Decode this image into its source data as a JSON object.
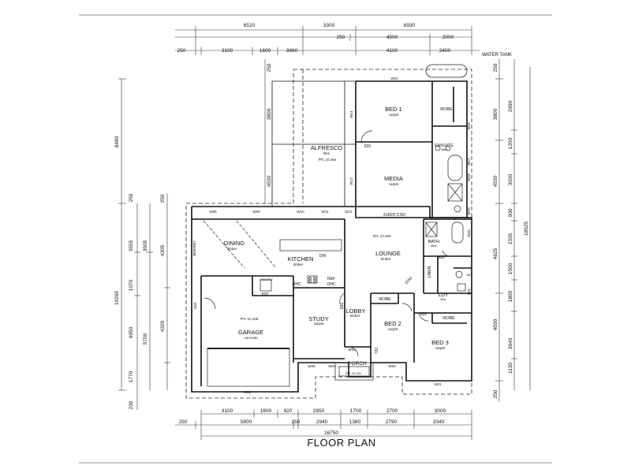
{
  "title": "FLOOR PLAN",
  "water_tank": "WATER TANK",
  "dims_top": {
    "row1": [
      "6520",
      "3300",
      "6930"
    ],
    "row2": [
      "250",
      "4500",
      "2000"
    ],
    "row3": [
      "250",
      "3100",
      "1600",
      "3860",
      "4100",
      "2400"
    ]
  },
  "dims_bottom": {
    "row1": [
      "3100",
      "1600",
      "920",
      "2850",
      "1700",
      "2700",
      "3000"
    ],
    "row2": [
      "250",
      "5800",
      "250",
      "2940",
      "1380",
      "2790",
      "3340"
    ],
    "row3": [
      "16750"
    ]
  },
  "dims_left": {
    "a": [
      "8480",
      "250",
      "10265",
      "230"
    ],
    "b": [
      "3555",
      "1070",
      "6950",
      "1770"
    ],
    "c": [
      "3505",
      "5700"
    ],
    "d": [
      "4305",
      "4320",
      "250"
    ],
    "alfresco_col": [
      "250",
      "3800",
      "4530"
    ]
  },
  "dims_right": {
    "inner": [
      "250",
      "3800",
      "4530",
      "4625",
      "4030",
      "250"
    ],
    "middle": [
      "2990",
      "1200",
      "3030",
      "900",
      "2335",
      "1500",
      "1800",
      "3640",
      "1130"
    ],
    "overall": [
      "18625"
    ]
  },
  "rooms": {
    "bed1": {
      "name": "BED 1",
      "finish": "carpet"
    },
    "robe1": {
      "name": "ROBE"
    },
    "ensuite": {
      "name": "ENSUITE",
      "finish": "tiles"
    },
    "alfresco": {
      "name": "ALFRESCO",
      "finish": "tiles",
      "ffl": "FFL 10.364"
    },
    "media": {
      "name": "MEDIA",
      "finish": "carpet"
    },
    "dining": {
      "name": "DINING",
      "finish": "timber"
    },
    "kitchen": {
      "name": "KITCHEN",
      "finish": "timber"
    },
    "lounge": {
      "name": "LOUNGE",
      "finish": "timber",
      "ffl": "FFL 10.450"
    },
    "bath": {
      "name": "BATH",
      "finish": "tiles"
    },
    "linen": {
      "name": "LINEN"
    },
    "ldy": {
      "name": "LDY",
      "finish": "tiles"
    },
    "garage": {
      "name": "GARAGE",
      "finish": "concrete",
      "ffl": "FFL 10.106"
    },
    "study": {
      "name": "STUDY",
      "finish": "carpet"
    },
    "lobby": {
      "name": "LOBBY",
      "finish": "timber"
    },
    "bed2": {
      "name": "BED 2",
      "finish": "carpet"
    },
    "robe2": {
      "name": "ROBE"
    },
    "bed3": {
      "name": "BED 3",
      "finish": "carpet"
    },
    "robe3": {
      "name": "ROBE"
    },
    "porch": {
      "name": "PORCH",
      "ffl": "FFL 10.341"
    }
  },
  "labels": {
    "csd": "2x820 CSD",
    "pantry": "PANTRY",
    "ref": "REF",
    "dw": "DW",
    "ohc": "OHC",
    "d820": "820",
    "d720": "720",
    "d1050": "1050",
    "wc": "WC"
  },
  "windows": [
    "W15",
    "W14",
    "W13",
    "W12",
    "W11",
    "W10",
    "W09",
    "W08",
    "W07",
    "W06",
    "W16",
    "W17",
    "W18",
    "W19",
    "W20",
    "W03",
    "W04",
    "W05",
    "W02",
    "W01",
    "D01",
    "D02",
    "D03"
  ]
}
